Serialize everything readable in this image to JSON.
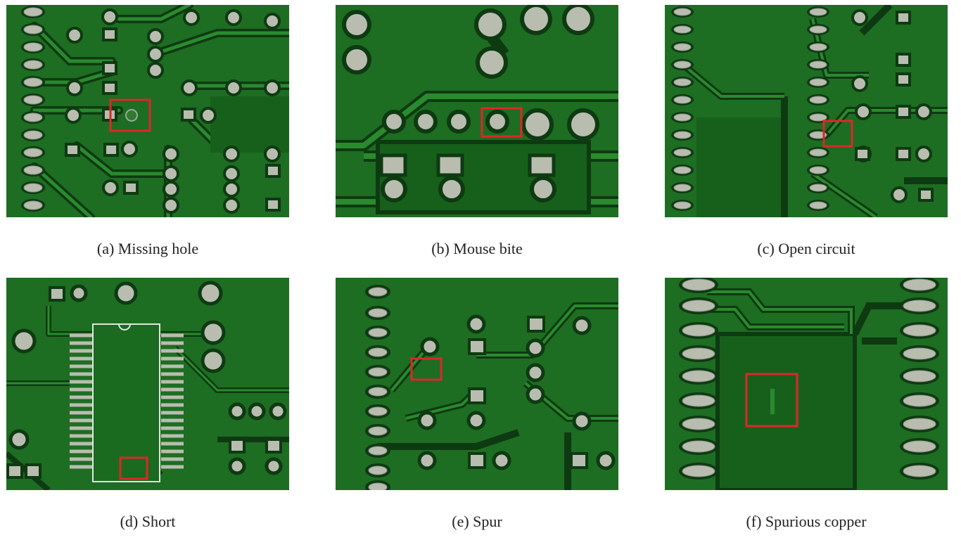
{
  "figure": {
    "panels": [
      {
        "id": "a",
        "caption": "(a) Missing hole"
      },
      {
        "id": "b",
        "caption": "(b) Mouse bite"
      },
      {
        "id": "c",
        "caption": "(c) Open circuit"
      },
      {
        "id": "d",
        "caption": "(d) Short"
      },
      {
        "id": "e",
        "caption": "(e) Spur"
      },
      {
        "id": "f",
        "caption": "(f) Spurious copper"
      }
    ],
    "colors": {
      "board": "#1d6d22",
      "trace": "#2a8a2e",
      "clearance": "#0e3a12",
      "pad": "#b9bdb0",
      "defect_box": "#e0262a",
      "silkscreen": "#dfe6dc"
    }
  }
}
